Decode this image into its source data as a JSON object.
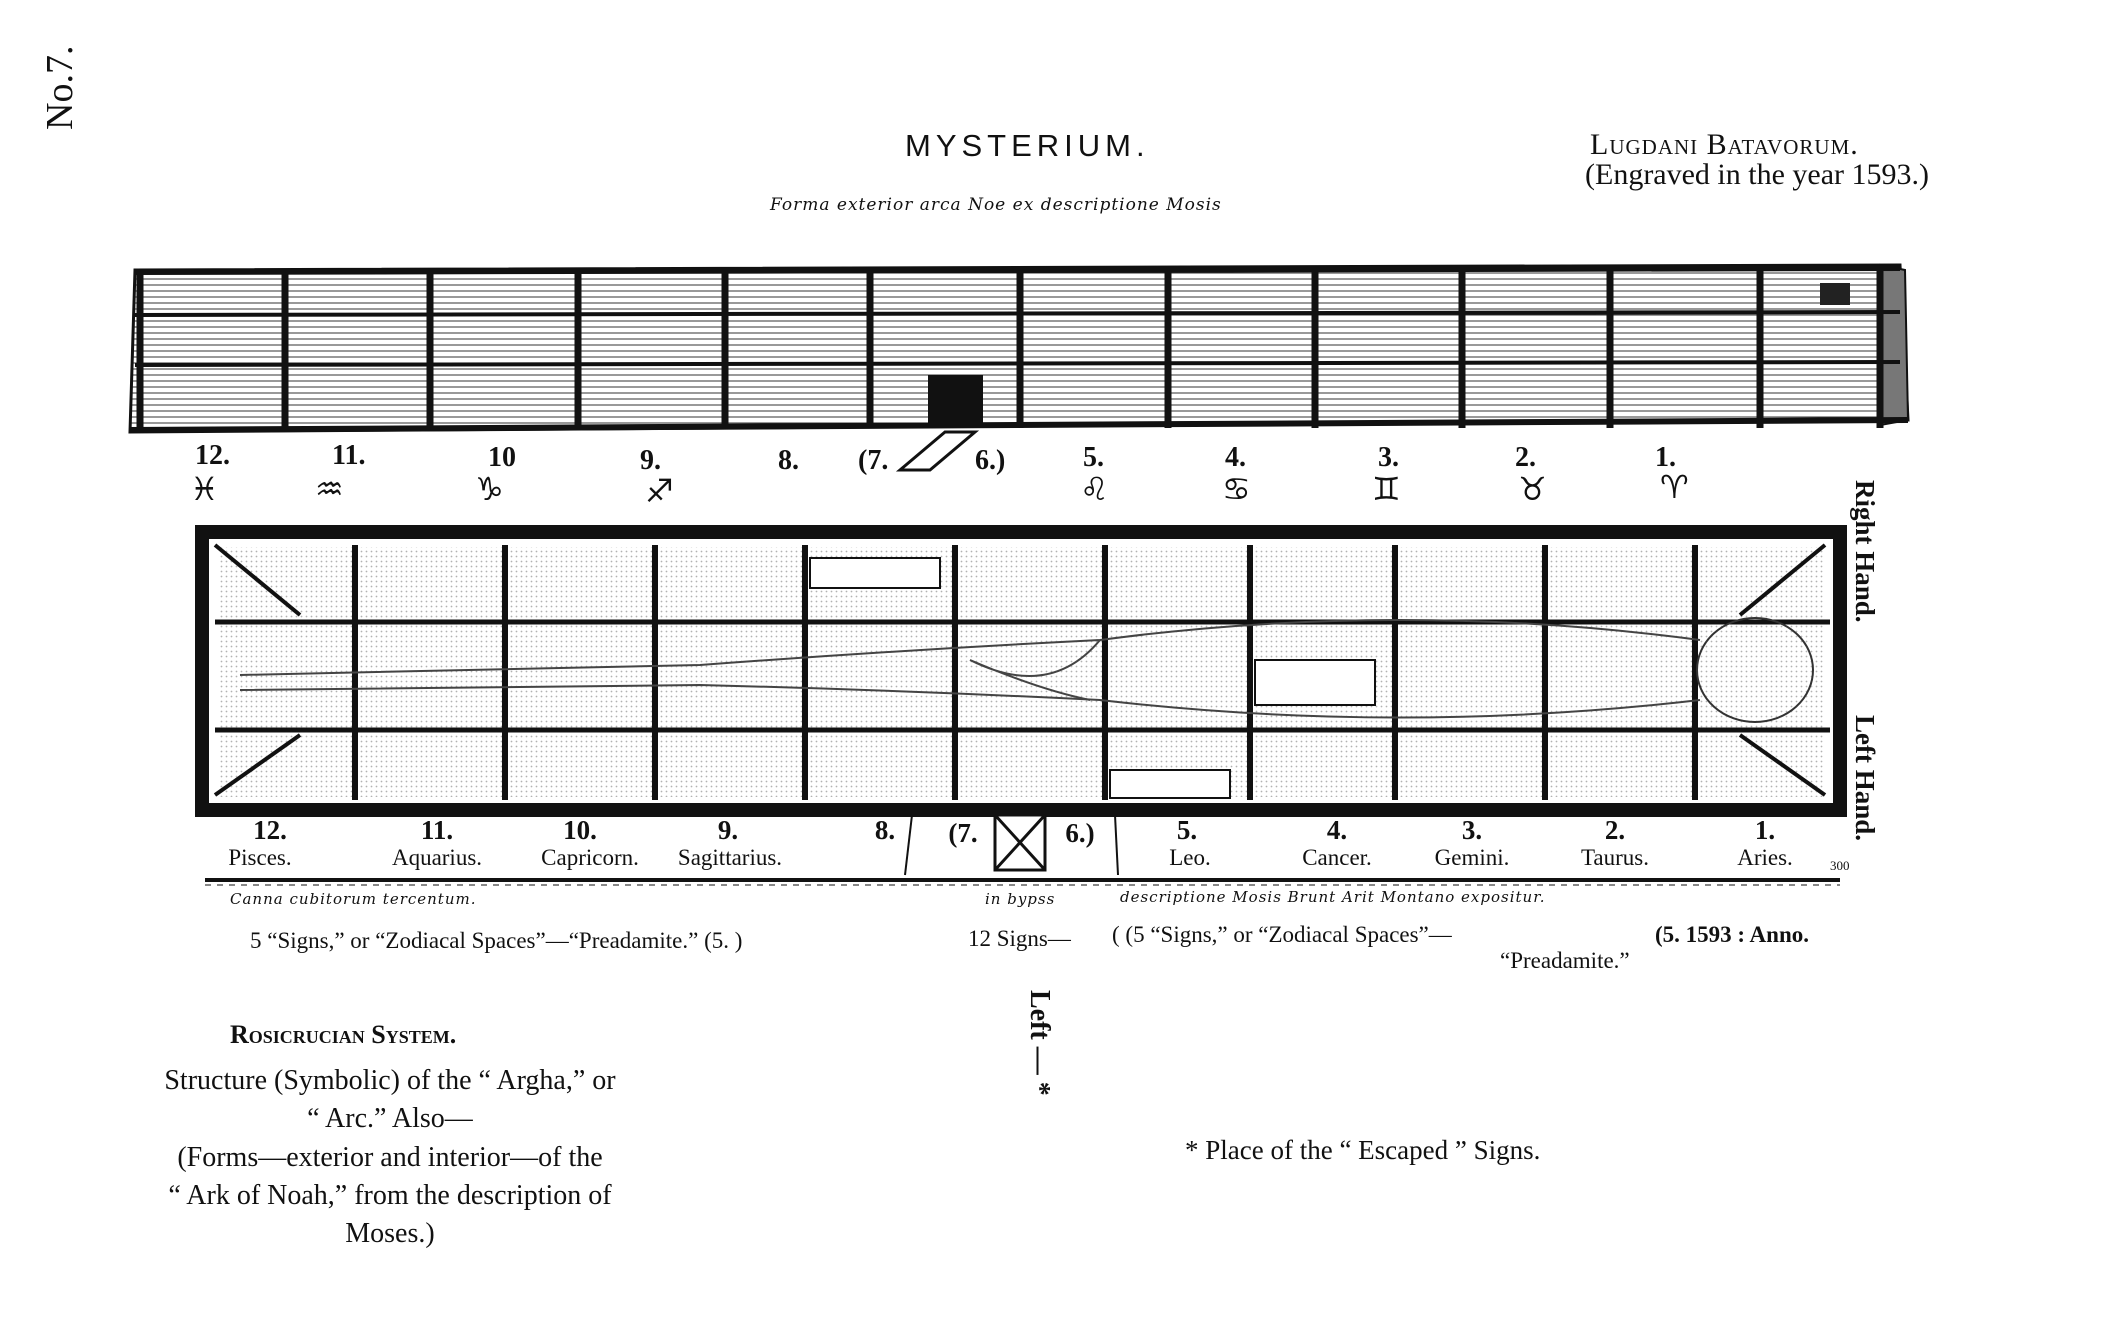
{
  "plate_number": "No.7.",
  "title": "MYSTERIUM.",
  "subtitle_script": "Forma exterior arca Noe ex descriptione Mosis",
  "publisher": "Lugdani Batavorum.",
  "engraved": "(Engraved in the year 1593.)",
  "exterior": {
    "numbers": [
      "12.",
      "11.",
      "10",
      "9.",
      "8.",
      "(7.",
      "6.)",
      "5.",
      "4.",
      "3.",
      "2.",
      "1."
    ],
    "symbols": [
      "♓",
      "♒",
      "♑",
      "♐",
      "♌",
      "♋",
      "♊",
      "♉",
      "♈"
    ]
  },
  "interior": {
    "numbers": [
      "12.",
      "11.",
      "10.",
      "9.",
      "8.",
      "(7.",
      "6.)",
      "5.",
      "4.",
      "3.",
      "2.",
      "1."
    ],
    "signs": [
      "Pisces.",
      "Aquarius.",
      "Capricorn.",
      "Sagittarius.",
      "Leo.",
      "Cancer.",
      "Gemini.",
      "Taurus.",
      "Aries."
    ],
    "scale_end": "300"
  },
  "script_under": {
    "left": "Canna cubitorum tercentum.",
    "mid": "in bypss",
    "right": "descriptione Mosis Brunt Arit Montano expositur."
  },
  "caption_line": {
    "left": "5 “Signs,” or “Zodiacal Spaces”—“Preadamite.” (5. )",
    "mid": "12 Signs—",
    "right": "( (5 “Signs,” or “Zodiacal Spaces”—",
    "right2": "“Preadamite.”",
    "anno": "(5.  1593 : Anno."
  },
  "right_hand": "Right Hand.",
  "left_hand": "Left Hand.",
  "left_mark": "Left — *",
  "rosicrucian": {
    "title": "Rosicrucian System.",
    "lines": [
      "Structure (Symbolic) of the “ Argha,” or",
      "“ Arc.”  Also—",
      "(Forms—exterior and interior—of the",
      "“ Ark of Noah,” from the description of",
      "Moses.)"
    ]
  },
  "note": "* Place of the “ Escaped ” Signs."
}
